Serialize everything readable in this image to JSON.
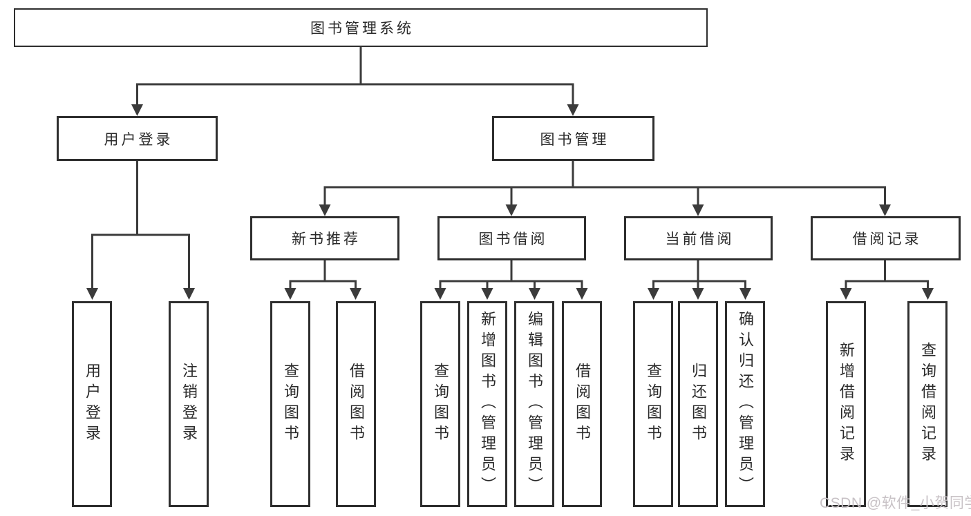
{
  "diagram": {
    "root": {
      "label": "图书管理系统"
    },
    "branches": [
      {
        "label": "用户登录",
        "children": [
          "用户登录",
          "注销登录"
        ]
      },
      {
        "label": "图书管理",
        "groups": [
          {
            "label": "新书推荐",
            "children": [
              "查询图书",
              "借阅图书"
            ]
          },
          {
            "label": "图书借阅",
            "children": [
              "查询图书",
              "新增图书（管理员）",
              "编辑图书（管理员）",
              "借阅图书"
            ]
          },
          {
            "label": "当前借阅",
            "children": [
              "查询图书",
              "归还图书",
              "确认归还（管理员）"
            ]
          },
          {
            "label": "借阅记录",
            "children": [
              "新增借阅记录",
              "查询借阅记录"
            ]
          }
        ]
      }
    ]
  },
  "watermark": {
    "text": "CSDN @软件_小贺同学"
  },
  "colors": {
    "line": "#3b3b3b",
    "border": "#2e2e2e",
    "text": "#2a2a2a",
    "background": "#ffffff",
    "watermark": "#c8c2c6"
  }
}
